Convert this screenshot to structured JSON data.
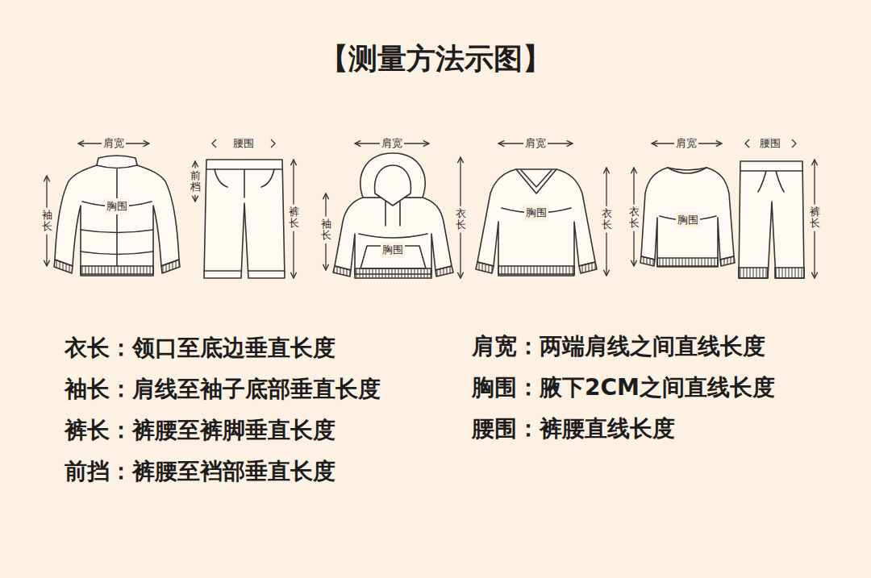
{
  "diagram": {
    "title": "【测量方法示图】",
    "labels": [
      "肩宽",
      "胸围",
      "袖长",
      "腰围",
      "前档",
      "裤长",
      "肩宽",
      "袖长",
      "胸围",
      "衣长",
      "肩宽",
      "胸围",
      "衣长",
      "肩宽",
      "腰围",
      "衣长",
      "胸围",
      "裤长",
      "衣长：领口至底边垂直长度",
      "袖长：肩线至袖子底部垂直长度",
      "裤长：裤腰至裤脚垂直长度",
      "前挡：裤腰至裆部垂直长度",
      "肩宽：两端肩线之间直线长度",
      "胸围：腋下2CM之间直线长度",
      "腰围：裤腰直线长度"
    ]
  }
}
